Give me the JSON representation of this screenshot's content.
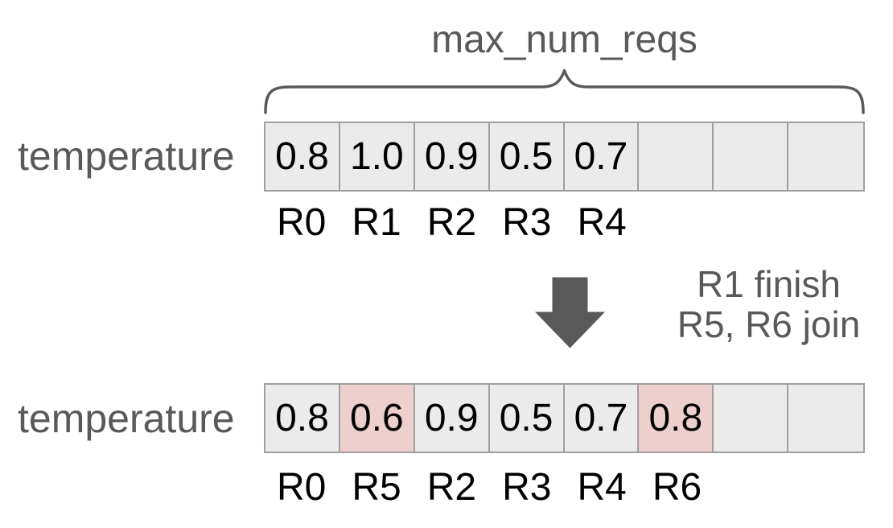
{
  "colors": {
    "gray_text": "#595959",
    "cell_bg": "#ebebeb",
    "cell_border": "#a0a0a0",
    "highlight_bg": "#edd0cd",
    "value_text": "#000000"
  },
  "header": {
    "brace_label": "max_num_reqs",
    "brace_icon": "curly-brace"
  },
  "before": {
    "row_label": "temperature",
    "cells": [
      {
        "value": "0.8",
        "highlight": false
      },
      {
        "value": "1.0",
        "highlight": false
      },
      {
        "value": "0.9",
        "highlight": false
      },
      {
        "value": "0.5",
        "highlight": false
      },
      {
        "value": "0.7",
        "highlight": false
      },
      {
        "value": "",
        "highlight": false
      },
      {
        "value": "",
        "highlight": false
      },
      {
        "value": "",
        "highlight": false
      }
    ],
    "request_labels": [
      "R0",
      "R1",
      "R2",
      "R3",
      "R4"
    ]
  },
  "transition": {
    "arrow_icon": "down-arrow",
    "note_line1": "R1 finish",
    "note_line2": "R5, R6 join"
  },
  "after": {
    "row_label": "temperature",
    "cells": [
      {
        "value": "0.8",
        "highlight": false
      },
      {
        "value": "0.6",
        "highlight": true
      },
      {
        "value": "0.9",
        "highlight": false
      },
      {
        "value": "0.5",
        "highlight": false
      },
      {
        "value": "0.7",
        "highlight": false
      },
      {
        "value": "0.8",
        "highlight": true
      },
      {
        "value": "",
        "highlight": false
      },
      {
        "value": "",
        "highlight": false
      }
    ],
    "request_labels": [
      "R0",
      "R5",
      "R2",
      "R3",
      "R4",
      "R6"
    ]
  }
}
